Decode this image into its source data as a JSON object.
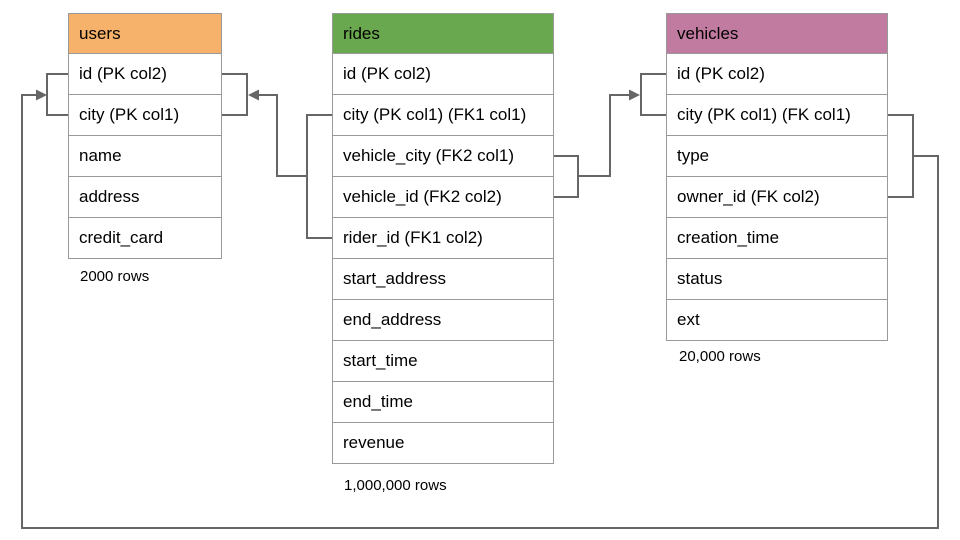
{
  "diagram": {
    "tables": [
      {
        "name": "users",
        "header_color": "#F6B26B",
        "rows": [
          "id (PK col2)",
          "city (PK col1)",
          "name",
          "address",
          "credit_card"
        ],
        "row_count": "2000 rows"
      },
      {
        "name": "rides",
        "header_color": "#6AA84F",
        "rows": [
          "id (PK col2)",
          "city (PK col1) (FK1 col1)",
          "vehicle_city (FK2 col1)",
          "vehicle_id (FK2 col2)",
          "rider_id (FK1 col2)",
          "start_address",
          "end_address",
          "start_time",
          "end_time",
          "revenue"
        ],
        "row_count": "1,000,000 rows"
      },
      {
        "name": "vehicles",
        "header_color": "#C27BA0",
        "rows": [
          "id (PK col2)",
          "city (PK col1) (FK col1)",
          "type",
          "owner_id (FK col2)",
          "creation_time",
          "status",
          "ext"
        ],
        "row_count": "20,000 rows"
      }
    ],
    "relationships": [
      {
        "label": "FK1",
        "from_table": "rides",
        "from_columns": [
          "city",
          "rider_id"
        ],
        "to_table": "users",
        "to_columns": [
          "id",
          "city"
        ]
      },
      {
        "label": "FK2",
        "from_table": "rides",
        "from_columns": [
          "vehicle_city",
          "vehicle_id"
        ],
        "to_table": "vehicles",
        "to_columns": [
          "id",
          "city"
        ]
      },
      {
        "label": "FK",
        "from_table": "vehicles",
        "from_columns": [
          "city",
          "owner_id"
        ],
        "to_table": "users",
        "to_columns": [
          "id",
          "city"
        ]
      }
    ],
    "colors": {
      "connector": "#666666",
      "cell_border": "#999999",
      "text": "#000000",
      "background": "#FFFFFF"
    }
  }
}
